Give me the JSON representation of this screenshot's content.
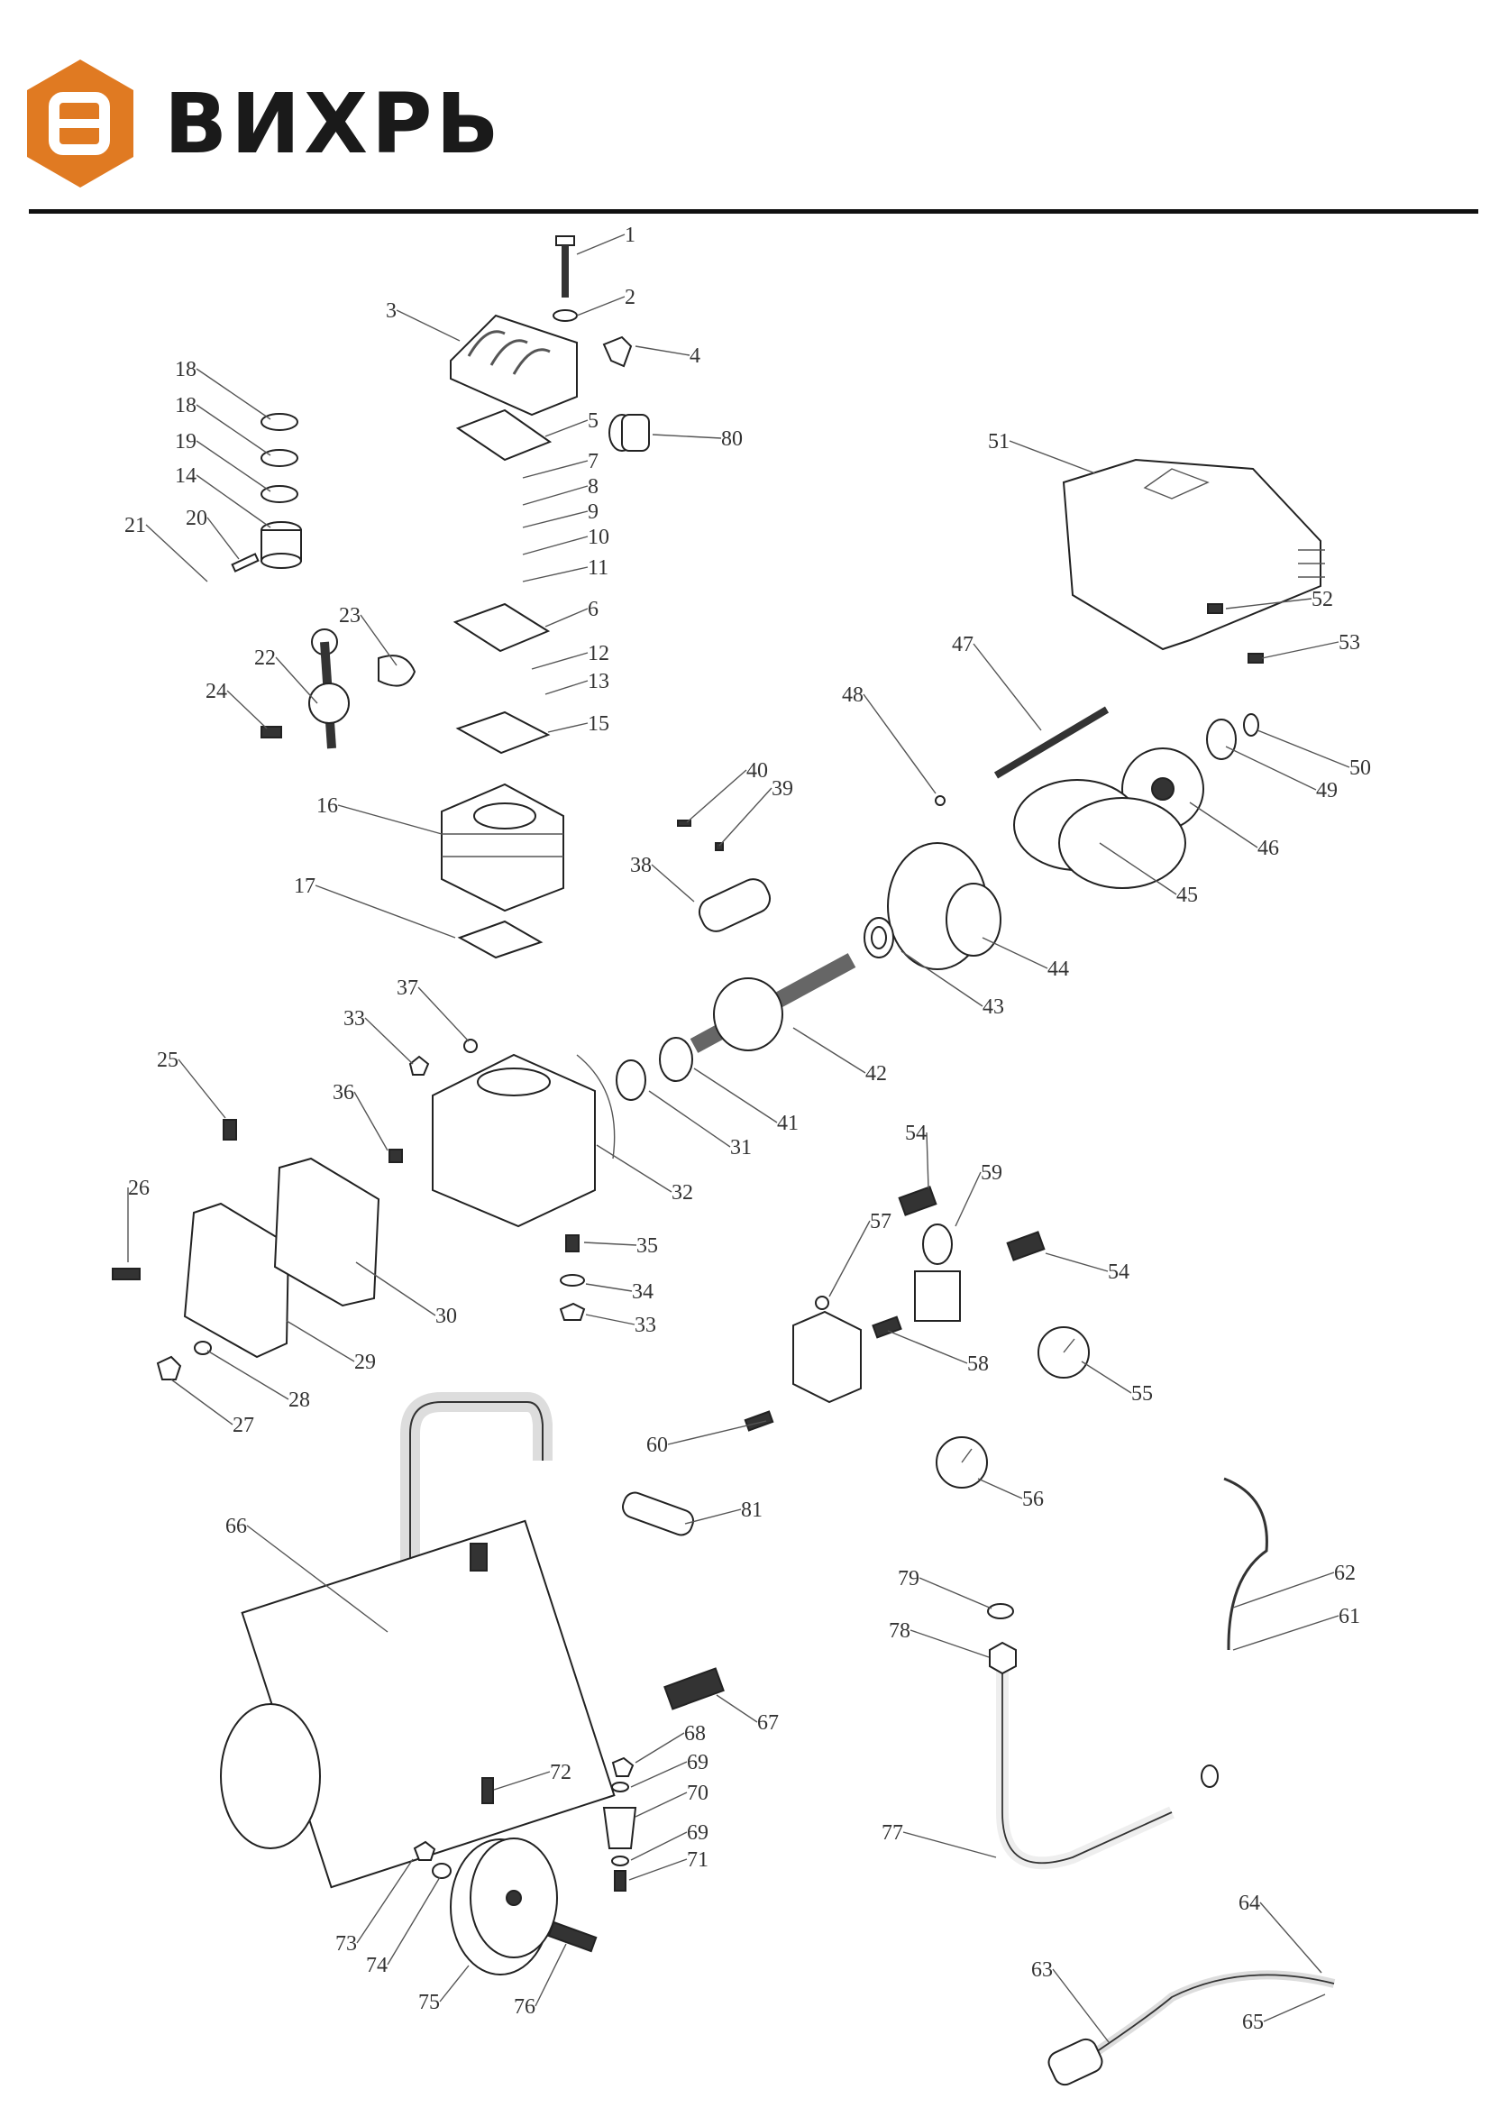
{
  "brand": {
    "logo_letter": "B",
    "name": "ВИХРЬ",
    "color_accent": "#E07A22",
    "color_dark": "#1A1A1A"
  },
  "diagram": {
    "labels": [
      "1",
      "2",
      "3",
      "4",
      "5",
      "80",
      "18",
      "18",
      "19",
      "14",
      "20",
      "21",
      "7",
      "8",
      "9",
      "10",
      "11",
      "6",
      "12",
      "13",
      "15",
      "22",
      "23",
      "24",
      "16",
      "17",
      "51",
      "52",
      "53",
      "47",
      "48",
      "50",
      "49",
      "46",
      "45",
      "40",
      "39",
      "38",
      "44",
      "43",
      "42",
      "37",
      "33",
      "31",
      "41",
      "25",
      "36",
      "32",
      "26",
      "30",
      "35",
      "34",
      "33",
      "29",
      "28",
      "27",
      "54",
      "59",
      "57",
      "54",
      "58",
      "55",
      "60",
      "56",
      "81",
      "66",
      "79",
      "78",
      "62",
      "61",
      "67",
      "68",
      "69",
      "70",
      "69",
      "71",
      "72",
      "77",
      "73",
      "74",
      "75",
      "76",
      "64",
      "63",
      "65"
    ]
  }
}
